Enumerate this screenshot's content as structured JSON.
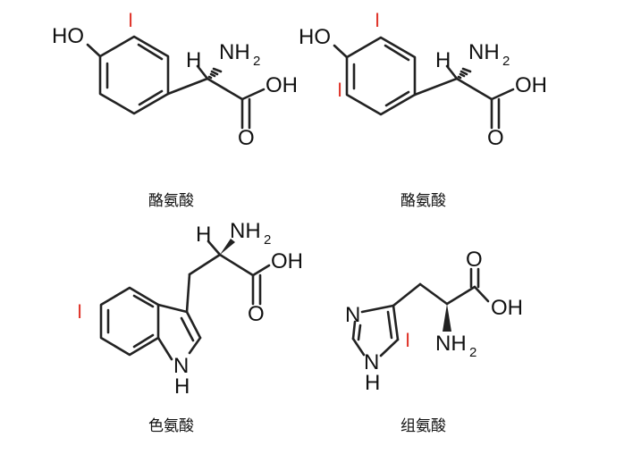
{
  "molecules": [
    {
      "caption": "酪氨酸",
      "labels": {
        "hydroxy": "HO",
        "iodine": "I",
        "hydrogen": "H",
        "amino": "NH",
        "amino_sub": "2",
        "acid": "OH",
        "carbonyl": "O"
      }
    },
    {
      "caption": "酪氨酸",
      "labels": {
        "hydroxy": "HO",
        "iodine_top": "I",
        "iodine_bottom": "I",
        "hydrogen": "H",
        "amino": "NH",
        "amino_sub": "2",
        "acid": "OH",
        "carbonyl": "O"
      }
    },
    {
      "caption": "色氨酸",
      "labels": {
        "hydrogen": "H",
        "amino": "NH",
        "amino_sub": "2",
        "acid": "OH",
        "carbonyl": "O",
        "iodine": "I",
        "ring_nh": "N",
        "ring_nh_h": "H"
      }
    },
    {
      "caption": "组氨酸",
      "labels": {
        "ring_n": "N",
        "ring_nh": "N",
        "ring_nh_h": "H",
        "iodine": "I",
        "amino": "NH",
        "amino_sub": "2",
        "acid": "OH",
        "carbonyl": "O"
      }
    }
  ]
}
